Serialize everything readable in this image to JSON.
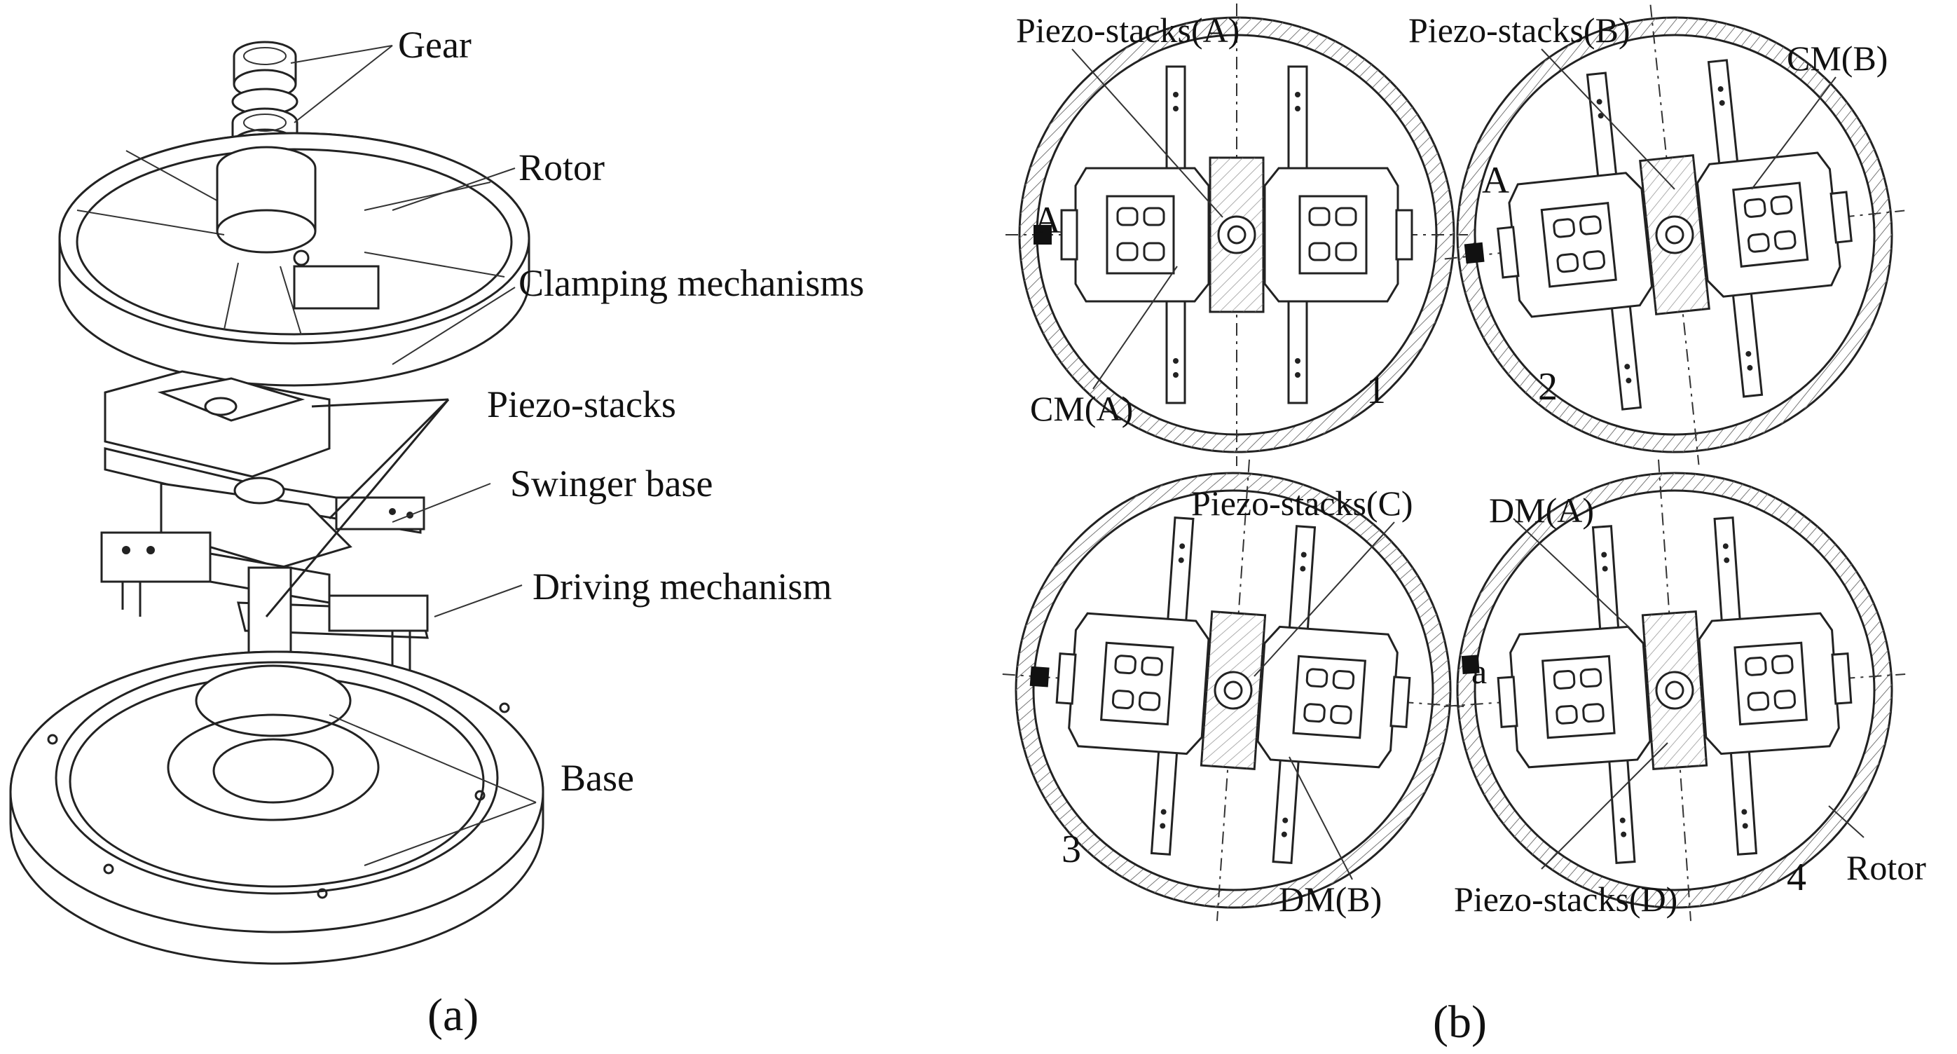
{
  "panel_a": {
    "caption": "(a)",
    "labels": {
      "gear": "Gear",
      "rotor": "Rotor",
      "clamping": "Clamping mechanisms",
      "piezo": "Piezo-stacks",
      "swinger": "Swinger base",
      "driving": "Driving mechanism",
      "base": "Base"
    }
  },
  "panel_b": {
    "caption": "(b)",
    "labels": {
      "piezo_a": "Piezo-stacks(A)",
      "piezo_b": "Piezo-stacks(B)",
      "piezo_c": "Piezo-stacks(C)",
      "piezo_d": "Piezo-stacks(D)",
      "cm_a": "CM(A)",
      "cm_b": "CM(B)",
      "dm_a": "DM(A)",
      "dm_b": "DM(B)",
      "rotor": "Rotor",
      "point_a1": "A",
      "point_a2": "A",
      "point_a4": "a"
    },
    "steps": [
      "1",
      "2",
      "3",
      "4"
    ]
  }
}
